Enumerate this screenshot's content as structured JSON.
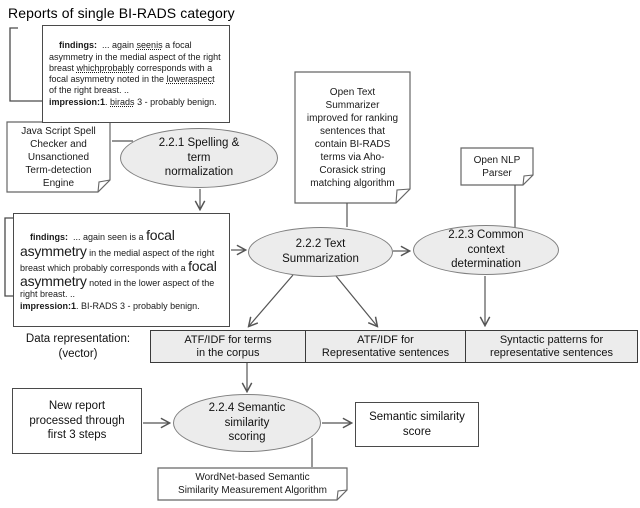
{
  "title": "Reports of single BI-RADS category",
  "reports": {
    "original": {
      "segments": [
        {
          "t": "findings:",
          "s": "b"
        },
        {
          "t": "  ... again ",
          "s": ""
        },
        {
          "t": "seenis",
          "s": "u"
        },
        {
          "t": " a focal asymmetry in the medial aspect of the right breast ",
          "s": ""
        },
        {
          "t": "whichprobably",
          "s": "u"
        },
        {
          "t": " corresponds with a focal asymmetry noted in the ",
          "s": ""
        },
        {
          "t": "loweraspect",
          "s": "u"
        },
        {
          "t": " of the right breast. ..\n",
          "s": ""
        },
        {
          "t": "impression:1",
          "s": "b"
        },
        {
          "t": ". ",
          "s": ""
        },
        {
          "t": "birads",
          "s": "u"
        },
        {
          "t": " 3 - probably benign.",
          "s": ""
        }
      ]
    },
    "normalized": {
      "segments": [
        {
          "t": "findings:",
          "s": "b"
        },
        {
          "t": "  ... again seen is a ",
          "s": ""
        },
        {
          "t": "focal asymmetry",
          "s": "big"
        },
        {
          "t": " in the medial aspect of the right breast which probably corresponds with a ",
          "s": ""
        },
        {
          "t": "focal asymmetry",
          "s": "big"
        },
        {
          "t": " noted in the lower aspect of the right breast. ..\n",
          "s": ""
        },
        {
          "t": "impression:1",
          "s": "b"
        },
        {
          "t": ". BI-RADS 3 - probably benign.",
          "s": ""
        }
      ]
    }
  },
  "processes": {
    "spelling": "2.2.1 Spelling &\nterm\nnormalization",
    "summarization": "2.2.2 Text\nSummarization",
    "context": "2.2.3 Common\ncontext\ndetermination",
    "scoring": "2.2.4 Semantic\nsimilarity\nscoring"
  },
  "notes": {
    "spell_checker": "Java Script Spell\nChecker and\nUnsanctioned\nTerm-detection\nEngine",
    "summarizer": "Open Text\nSummarizer\nimproved for ranking\nsentences that\ncontain BI-RADS\nterms via Aho-\nCorasick string\nmatching algorithm",
    "nlp_parser": "Open NLP\nParser",
    "wordnet": "WordNet-based Semantic\nSimilarity Measurement Algorithm"
  },
  "data_representation": {
    "label": "Data representation:\n(vector)",
    "cells": [
      "ATF/IDF for terms\nin the corpus",
      "ATF/IDF for\nRepresentative sentences",
      "Syntactic patterns for\nrepresentative sentences"
    ]
  },
  "io": {
    "new_report": "New report\nprocessed through\nfirst 3 steps",
    "score": "Semantic similarity\nscore"
  },
  "colors": {
    "process_fill": "#ececec",
    "process_border": "#808080",
    "connector": "#555555",
    "box_border": "#4a4a4a"
  }
}
